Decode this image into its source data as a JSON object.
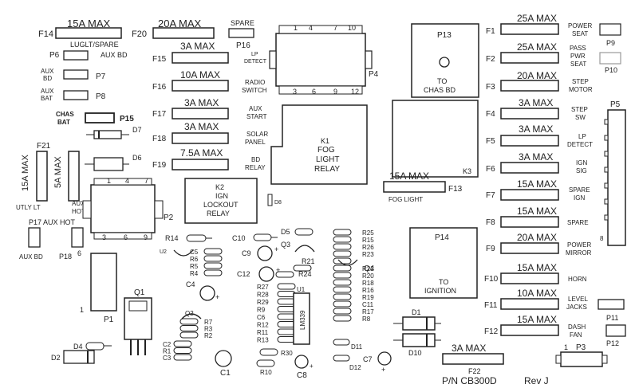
{
  "fuses": {
    "F14": {
      "ref": "F14",
      "rating": "15A MAX",
      "note": "LUGLT/SPARE"
    },
    "F20": {
      "ref": "F20",
      "rating": "20A MAX"
    },
    "F15": {
      "ref": "F15",
      "rating": "3A MAX",
      "note": "LP DETECT"
    },
    "F16": {
      "ref": "F16",
      "rating": "10A MAX",
      "note": "RADIO SWITCH"
    },
    "F17": {
      "ref": "F17",
      "rating": "3A MAX",
      "note": "AUX START"
    },
    "F18": {
      "ref": "F18",
      "rating": "3A MAX",
      "note": "SOLAR PANEL"
    },
    "F19": {
      "ref": "F19",
      "rating": "7.5A MAX",
      "note": "BD RELAY"
    },
    "F1": {
      "ref": "F1",
      "rating": "25A MAX",
      "note": "POWER SEAT"
    },
    "F2": {
      "ref": "F2",
      "rating": "25A MAX",
      "note": "PASS PWR SEAT"
    },
    "F3": {
      "ref": "F3",
      "rating": "20A MAX",
      "note": "STEP MOTOR"
    },
    "F4": {
      "ref": "F4",
      "rating": "3A MAX",
      "note": "STEP SW"
    },
    "F5": {
      "ref": "F5",
      "rating": "3A MAX",
      "note": "LP DETECT"
    },
    "F6": {
      "ref": "F6",
      "rating": "3A MAX",
      "note": "IGN SIG"
    },
    "F7": {
      "ref": "F7",
      "rating": "15A MAX",
      "note": "SPARE IGN"
    },
    "F8": {
      "ref": "F8",
      "rating": "15A MAX",
      "note": "SPARE"
    },
    "F9": {
      "ref": "F9",
      "rating": "20A MAX",
      "note": "POWER MIRROR"
    },
    "F10": {
      "ref": "F10",
      "rating": "15A MAX",
      "note": "HORN"
    },
    "F11": {
      "ref": "F11",
      "rating": "10A MAX",
      "note": "LEVEL JACKS"
    },
    "F12": {
      "ref": "F12",
      "rating": "15A MAX",
      "note": "DASH FAN"
    },
    "F13": {
      "ref": "F13",
      "rating": "15A MAX",
      "note": "FOG LIGHT"
    },
    "F21": {
      "ref": "F21",
      "rating_a": "15A MAX",
      "rating_b": "5A MAX",
      "note_a": "UTLY LT",
      "note_b": "AUX HOT"
    },
    "F22": {
      "ref": "F22",
      "rating": "3A MAX"
    }
  },
  "relays": {
    "K1": {
      "ref": "K1",
      "lines": [
        "FOG",
        "LIGHT",
        "RELAY"
      ]
    },
    "K2": {
      "ref": "K2",
      "lines": [
        "IGN",
        "LOCKOUT",
        "RELAY"
      ]
    },
    "K3": {
      "ref": "K3"
    }
  },
  "connectors": {
    "P1": "P1",
    "P2": "P2",
    "P3": "P3",
    "P4": "P4",
    "P5": "P5",
    "P6": "P6",
    "P7": "P7",
    "P8": "P8",
    "P9": "P9",
    "P10": "P10",
    "P11": "P11",
    "P12": "P12",
    "P15": "P15",
    "P16": "P16",
    "P17": "P17",
    "P18": "P18",
    "P13": {
      "ref": "P13",
      "note": "TO CHAS BD"
    },
    "P14": {
      "ref": "P14",
      "note": "TO IGNITION"
    },
    "P6_note": "AUX BD",
    "P7_note": "AUX BD",
    "P8_note": "AUX BAT",
    "P15_note": "CHAS BAT",
    "P16_note": "SPARE",
    "P17_label": "P17 AUX HOT",
    "P17_note": "AUX BD",
    "P4_pins_top": [
      "1",
      "4",
      "7",
      "10"
    ],
    "P4_pins_bottom": [
      "3",
      "6",
      "9",
      "12"
    ],
    "P2_pins_top": [
      "1",
      "4",
      "7"
    ],
    "P2_pins_bottom": [
      "3",
      "6",
      "9"
    ],
    "P2_side_pin": "6",
    "P1_pin": "1",
    "P3_pin": "1",
    "P5_pin": "8"
  },
  "parts": {
    "D2": "D2",
    "D4": "D4",
    "D5": "D5",
    "D6": "D6",
    "D7": "D7",
    "D8": "D8",
    "D10": "D10",
    "D11": "D11",
    "D12": "D12",
    "D1": "D1",
    "Q1": "Q1",
    "Q2": "Q2",
    "Q3": "Q3",
    "Q4": "Q4",
    "U1": "U1",
    "U1_chip": "LM339",
    "U2": "U2",
    "C1": "C1",
    "C4": "C4",
    "C7": "C7",
    "C8": "C8",
    "C9": "C9",
    "C10": "C10",
    "C12": "C12",
    "R14": "R14",
    "R21": "R21",
    "R24": "R24",
    "R30": "R30",
    "R10": "R10"
  },
  "res_left": [
    "C5",
    "R6",
    "R5",
    "R4"
  ],
  "res_mid": [
    "R27",
    "R28",
    "R29",
    "R9",
    "C6",
    "R12",
    "R11",
    "R13"
  ],
  "res_q2": [
    "R7",
    "R3",
    "R2"
  ],
  "res_c": [
    "C2",
    "R1",
    "C3"
  ],
  "res_right": [
    "R25",
    "R15",
    "R26",
    "R23",
    "",
    "R22",
    "R20",
    "R18",
    "R16",
    "R19",
    "C11",
    "R17",
    "R8"
  ],
  "footer": {
    "part_number": "P/N CB300D",
    "revision": "Rev J"
  }
}
